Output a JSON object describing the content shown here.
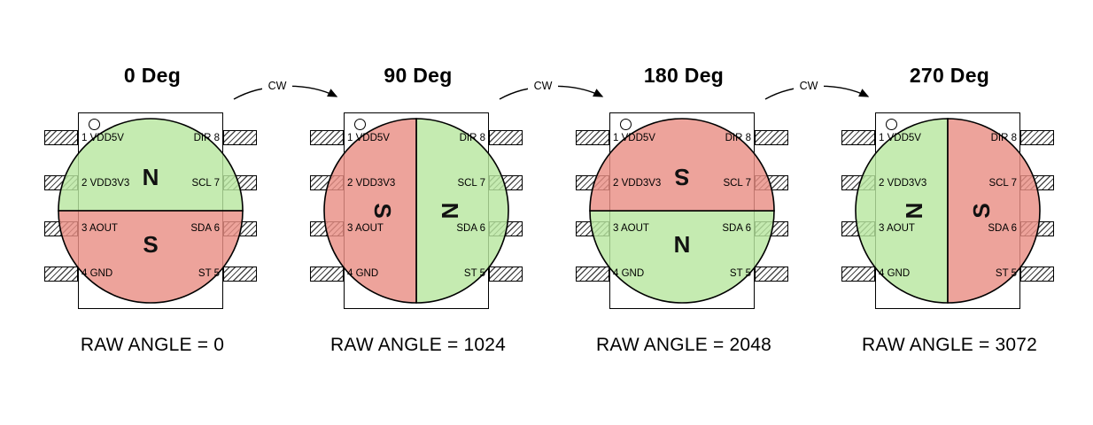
{
  "figure": {
    "steps": [
      {
        "title": "0 Deg",
        "raw_angle": "RAW ANGLE = 0",
        "rotation_deg": 0
      },
      {
        "title": "90 Deg",
        "raw_angle": "RAW ANGLE = 1024",
        "rotation_deg": 90
      },
      {
        "title": "180 Deg",
        "raw_angle": "RAW ANGLE = 2048",
        "rotation_deg": 180
      },
      {
        "title": "270 Deg",
        "raw_angle": "RAW ANGLE = 3072",
        "rotation_deg": 270
      }
    ],
    "arrow_label": "CW",
    "magnet": {
      "north_label": "N",
      "south_label": "S",
      "north_fill": "#b8e6a0",
      "south_fill": "#e98f85",
      "outline": "#000000"
    },
    "chip": {
      "left_pins": [
        "1 VDD5V",
        "2 VDD3V3",
        "3 AOUT",
        "4 GND"
      ],
      "right_pins": [
        "DIR 8",
        "SCL 7",
        "SDA 6",
        "ST 5"
      ]
    }
  }
}
